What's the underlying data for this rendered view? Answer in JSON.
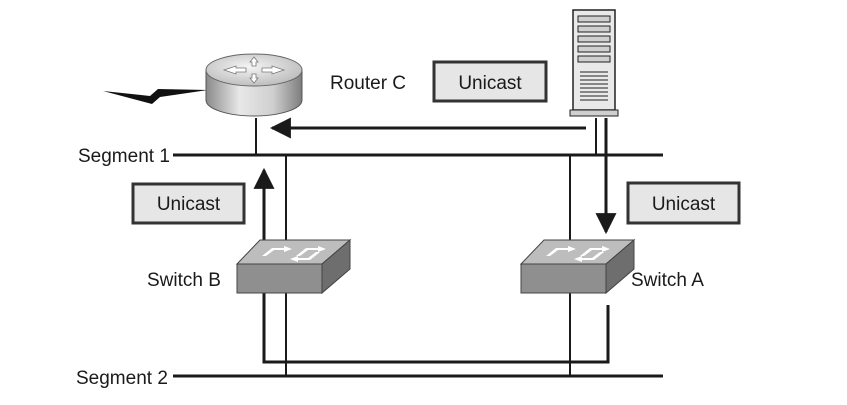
{
  "labels": {
    "router": "Router C",
    "segment1": "Segment 1",
    "segment2": "Segment 2",
    "switch_a": "Switch A",
    "switch_b": "Switch B"
  },
  "unicast_boxes": [
    "Unicast",
    "Unicast",
    "Unicast"
  ],
  "icons": {
    "router": "router-icon",
    "switch_a": "switch-icon",
    "switch_b": "switch-icon",
    "server": "server-tower-icon",
    "wan": "serial-link-lightning-icon"
  },
  "colors": {
    "line": "#1a1a1a",
    "box_fill": "#e6e6e6",
    "switch_front": "#8f8f8f",
    "switch_top": "#bdbdbd"
  }
}
